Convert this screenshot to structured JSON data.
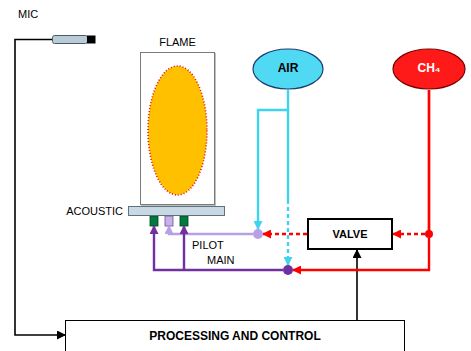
{
  "diagram": {
    "nodes": [
      {
        "text": [
          "MIC"
        ]
      },
      {
        "text": [
          "FLAME"
        ]
      },
      {
        "text": [
          "ACOUSTIC"
        ]
      },
      {
        "text": [
          "AIR"
        ]
      },
      {
        "text": [
          "CH₄"
        ]
      },
      {
        "text": [
          "VALVE"
        ]
      },
      {
        "text": [
          "PROCESSING AND CONTROL"
        ]
      }
    ],
    "edges": [
      {
        "from": 0,
        "to": 6,
        "arrow": "to"
      },
      {
        "from": 6,
        "to": 5,
        "arrow": "to"
      },
      {
        "from": 4,
        "to": 5,
        "arrow": "to"
      },
      {
        "from": 5,
        "to": 2,
        "arrow": "to"
      },
      {
        "from": 3,
        "to": 2,
        "arrow": "to"
      },
      {
        "from": 4,
        "to": 2,
        "arrow": "to"
      }
    ],
    "labels": [
      "PILOT",
      "MAIN"
    ]
  }
}
